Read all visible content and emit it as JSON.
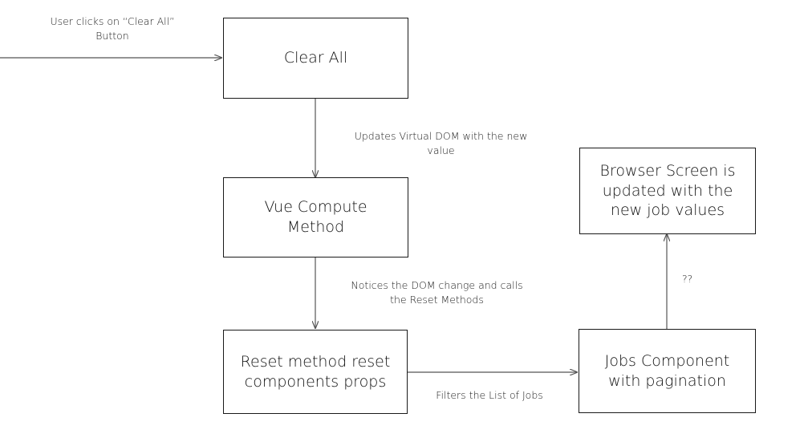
{
  "nodes": {
    "clear_all": "Clear All",
    "vue_compute": "Vue Compute\nMethod",
    "reset_method": "Reset method reset\ncomponents props",
    "jobs_component": "Jobs Component\nwith pagination",
    "browser_screen": "Browser Screen is\nupdated with the\nnew job values"
  },
  "edges": {
    "user_click": "User clicks on “Clear All”\nButton",
    "updates_virtual_dom": "Updates Virtual DOM with the new\nvalue",
    "notices_dom_change": "Notices the DOM change and calls\nthe Reset Methods",
    "filters_jobs": "Filters the List of Jobs",
    "unknown": "??"
  }
}
